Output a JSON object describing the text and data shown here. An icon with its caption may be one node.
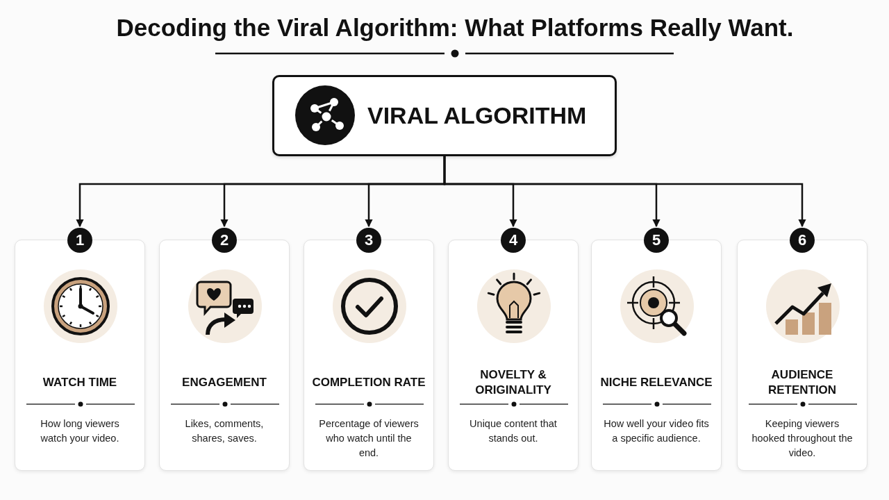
{
  "diagram": {
    "title": "Decoding the Viral Algorithm: What Platforms Really Want.",
    "nodes": [
      {
        "text": [
          "VIRAL ALGORITHM"
        ]
      },
      {
        "text": [
          "1"
        ]
      },
      {
        "text": [
          "WATCH TIME",
          "How long viewers watch your video."
        ]
      },
      {
        "text": [
          "2"
        ]
      },
      {
        "text": [
          "ENGAGEMENT",
          "Likes, comments, shares, saves."
        ]
      },
      {
        "text": [
          "3"
        ]
      },
      {
        "text": [
          "COMPLETION RATE",
          "Percentage of viewers who watch until the end."
        ]
      },
      {
        "text": [
          "4"
        ]
      },
      {
        "text": [
          "NOVELTY & ORIGINALITY",
          "Unique content that stands out."
        ]
      },
      {
        "text": [
          "5"
        ]
      },
      {
        "text": [
          "NICHE RELEVANCE",
          "How well your video fits a specific audience."
        ]
      },
      {
        "text": [
          "6"
        ]
      },
      {
        "text": [
          "AUDIENCE RETENTION",
          "Keeping viewers hooked throughout the video."
        ]
      }
    ],
    "edges": [
      {
        "from": 0,
        "to": 1,
        "arrow": "to"
      },
      {
        "from": 0,
        "to": 3,
        "arrow": "to"
      },
      {
        "from": 0,
        "to": 5,
        "arrow": "to"
      },
      {
        "from": 0,
        "to": 7,
        "arrow": "to"
      },
      {
        "from": 0,
        "to": 9,
        "arrow": "to"
      },
      {
        "from": 0,
        "to": 11,
        "arrow": "to"
      }
    ]
  }
}
